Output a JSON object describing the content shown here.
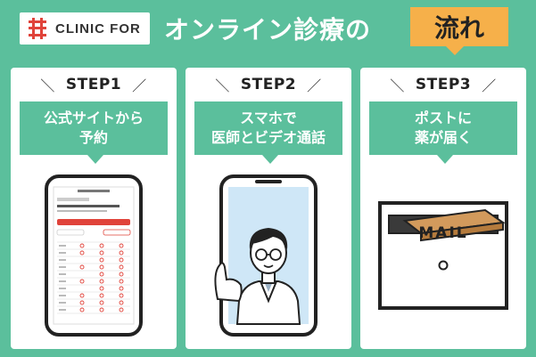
{
  "header": {
    "logo_text": "CLINIC FOR",
    "headline": "オンライン診療の",
    "badge": "流れ"
  },
  "steps": [
    {
      "label": "STEP1",
      "title_line1": "公式サイトから",
      "title_line2": "予約"
    },
    {
      "label": "STEP2",
      "title_line1": "スマホで",
      "title_line2": "医師とビデオ通話"
    },
    {
      "label": "STEP3",
      "title_line1": "ポストに",
      "title_line2": "薬が届く"
    }
  ],
  "mailbox": {
    "label": "MAIL"
  },
  "colors": {
    "background": "#5bbf9c",
    "accent": "#f6b04a",
    "logo_red": "#e0433a"
  }
}
